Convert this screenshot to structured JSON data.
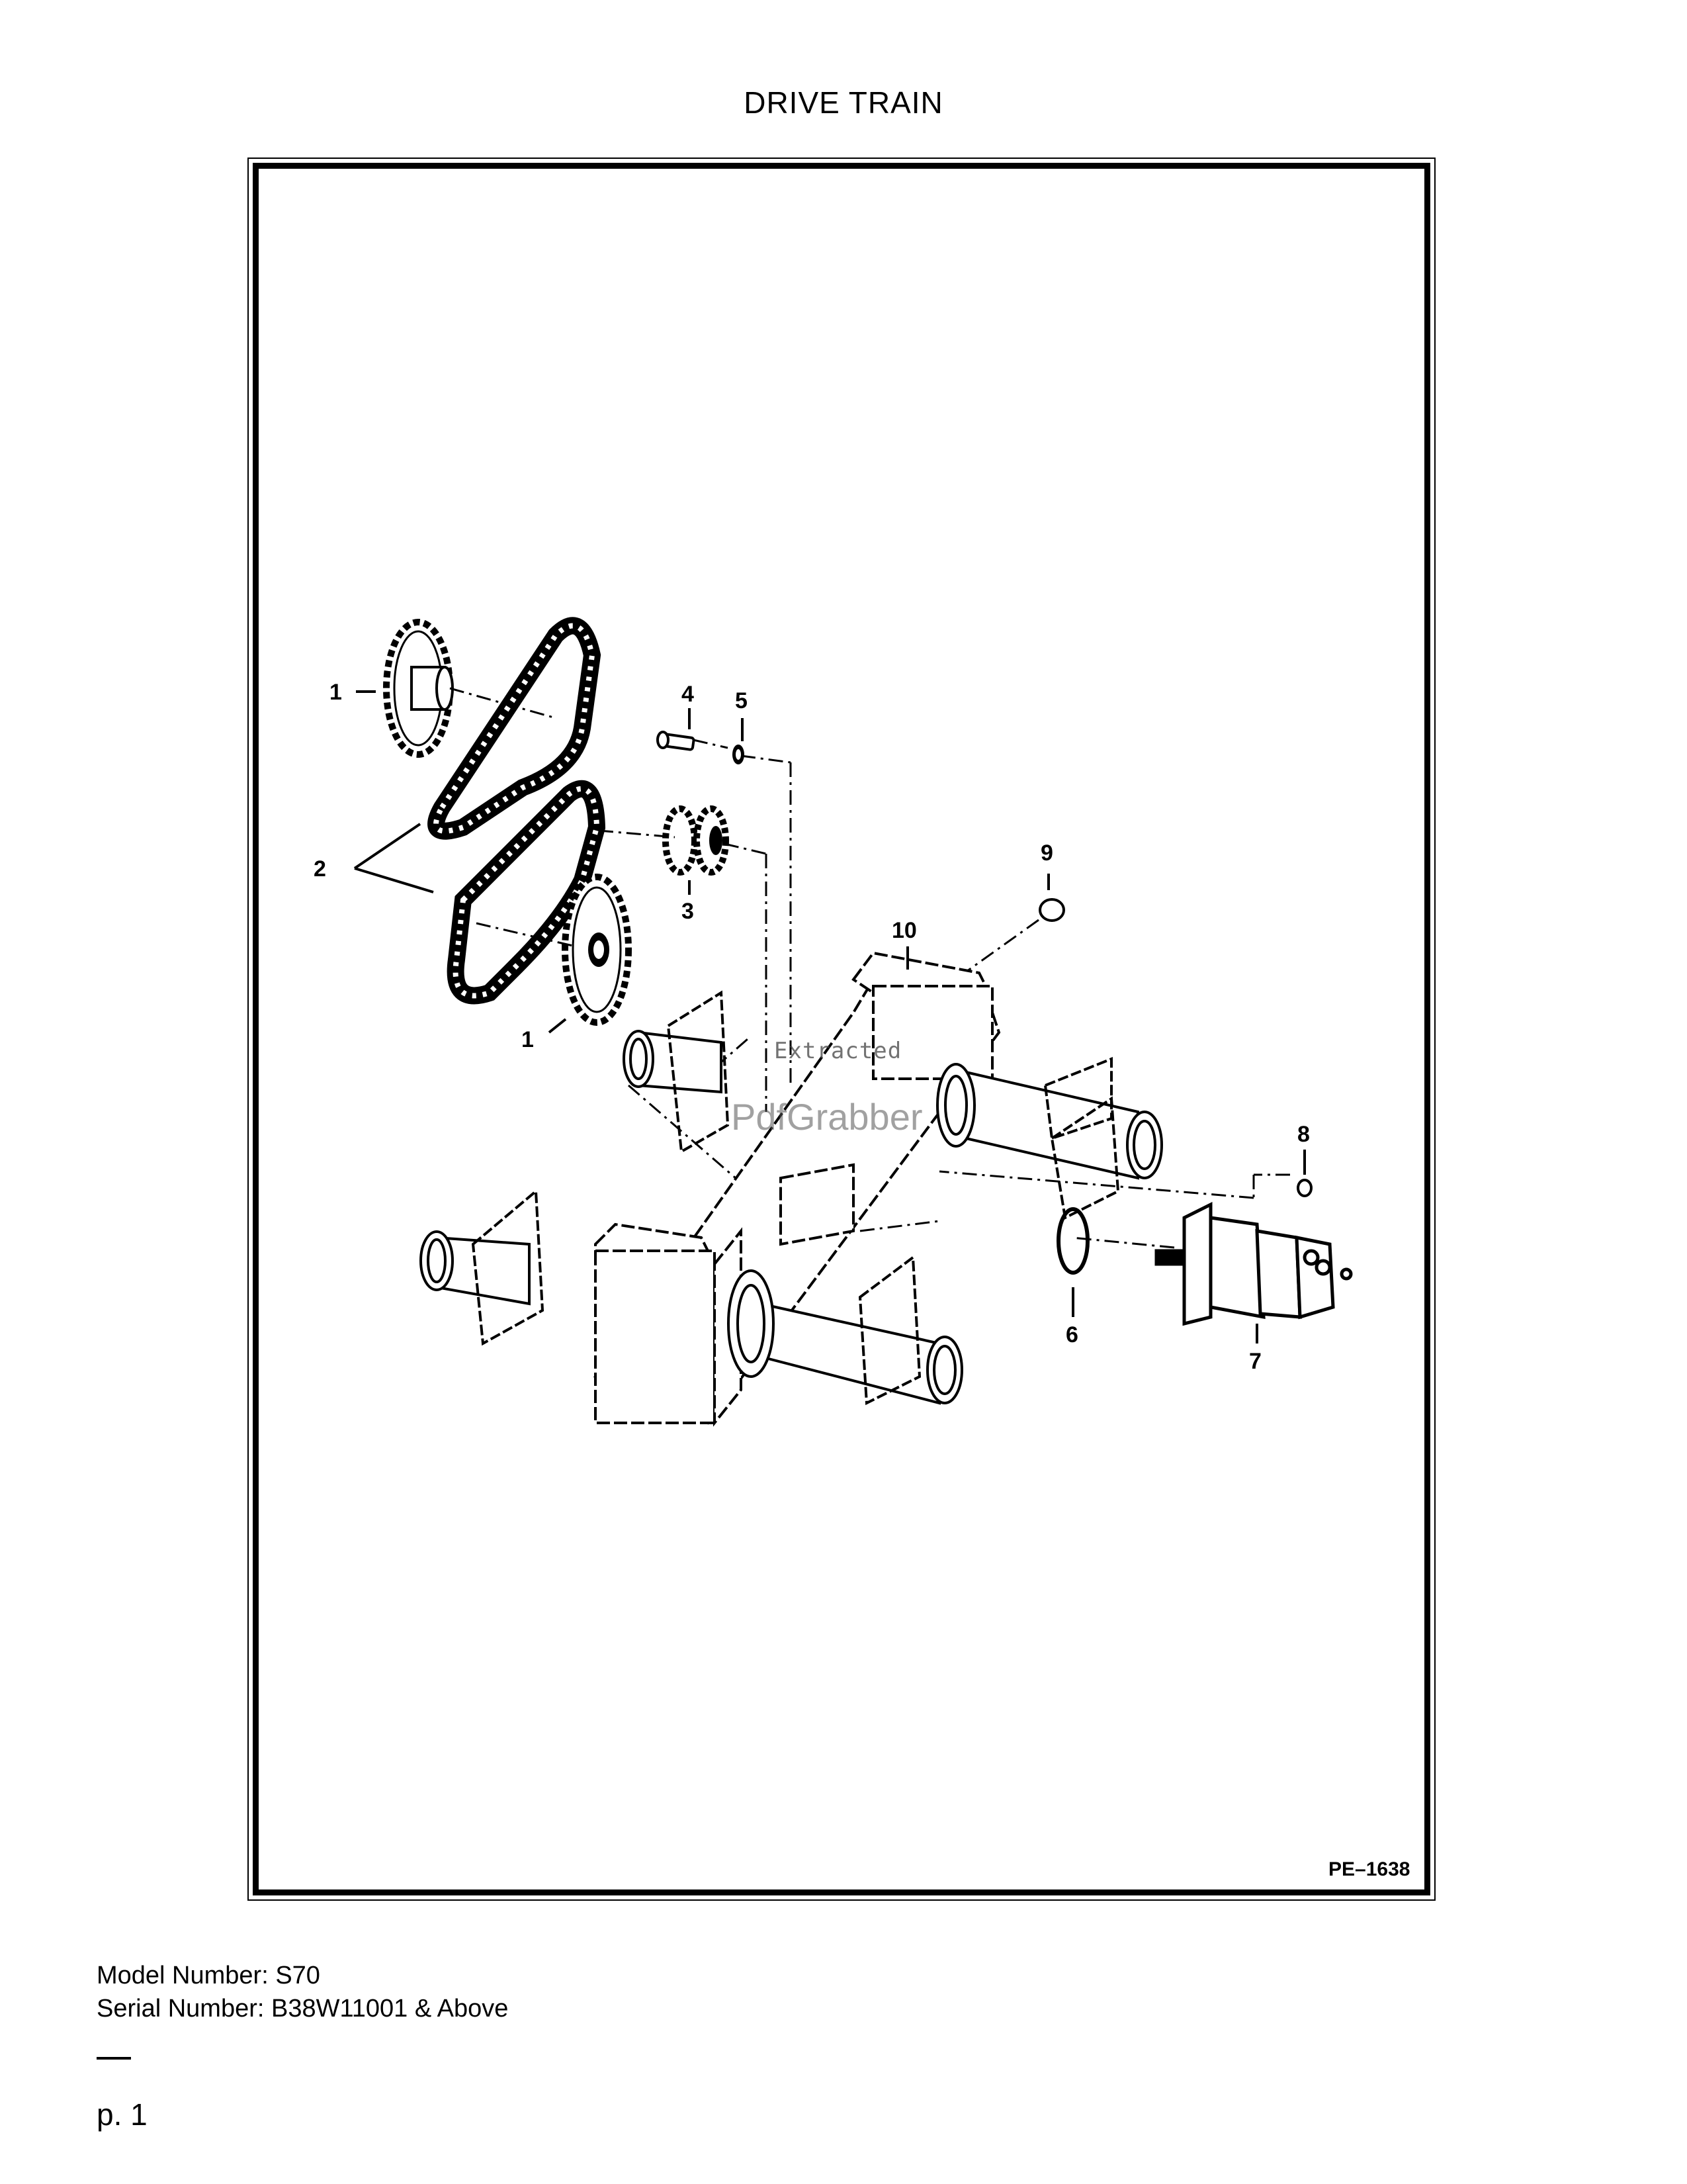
{
  "title": "DRIVE TRAIN",
  "figure_code": "PE–1638",
  "watermark": {
    "line1": "Extracted",
    "line2": "PdfGrabber"
  },
  "callouts": {
    "c1a": "1",
    "c1b": "1",
    "c2": "2",
    "c3": "3",
    "c4": "4",
    "c5": "5",
    "c6": "6",
    "c7": "7",
    "c8": "8",
    "c9": "9",
    "c10": "10"
  },
  "footer": {
    "model": "Model Number: S70",
    "serial": "Serial Number: B38W11001 & Above",
    "page": "p. 1"
  }
}
